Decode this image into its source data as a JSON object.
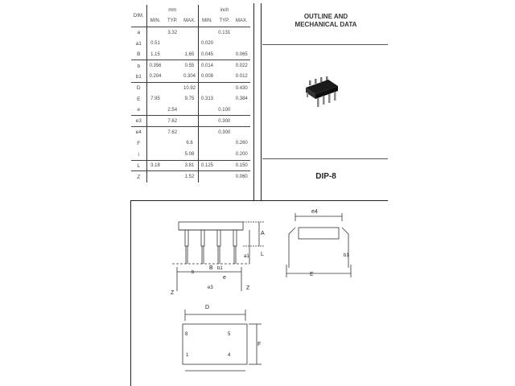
{
  "table": {
    "header_dim": "DIM.",
    "units": [
      "mm",
      "inch"
    ],
    "columns": [
      "MIN.",
      "TYP.",
      "MAX.",
      "MIN.",
      "TYP.",
      "MAX."
    ],
    "rows": [
      {
        "dim": "a",
        "values": [
          "",
          "3.32",
          "",
          "",
          "0.131",
          ""
        ]
      },
      {
        "dim": "a1",
        "values": [
          "0.51",
          "",
          "",
          "0.020",
          "",
          ""
        ]
      },
      {
        "dim": "B",
        "values": [
          "1.15",
          "",
          "1.65",
          "0.045",
          "",
          "0.065"
        ]
      },
      {
        "dim": "b",
        "values": [
          "0.356",
          "",
          "0.55",
          "0.014",
          "",
          "0.022"
        ]
      },
      {
        "dim": "b1",
        "values": [
          "0.204",
          "",
          "0.304",
          "0.008",
          "",
          "0.012"
        ]
      },
      {
        "dim": "D",
        "values": [
          "",
          "",
          "10.92",
          "",
          "",
          "0.430"
        ]
      },
      {
        "dim": "E",
        "values": [
          "7.95",
          "",
          "9.75",
          "0.313",
          "",
          "0.384"
        ]
      },
      {
        "dim": "e",
        "values": [
          "",
          "2.54",
          "",
          "",
          "0.100",
          ""
        ]
      },
      {
        "dim": "e3",
        "values": [
          "",
          "7.62",
          "",
          "",
          "0.300",
          ""
        ]
      },
      {
        "dim": "e4",
        "values": [
          "",
          "7.62",
          "",
          "",
          "0.300",
          ""
        ]
      },
      {
        "dim": "F",
        "values": [
          "",
          "",
          "6.6",
          "",
          "",
          "0.260"
        ]
      },
      {
        "dim": "i",
        "values": [
          "",
          "",
          "5.08",
          "",
          "",
          "0.200"
        ]
      },
      {
        "dim": "L",
        "values": [
          "3.18",
          "",
          "3.81",
          "0.125",
          "",
          "0.150"
        ]
      },
      {
        "dim": "Z",
        "values": [
          "",
          "",
          "1.52",
          "",
          "",
          "0.060"
        ]
      }
    ]
  },
  "title": {
    "line1": "OUTLINE AND",
    "line2": "MECHANICAL DATA"
  },
  "package_name": "DIP-8",
  "drawing_labels": {
    "A": "A",
    "L": "L",
    "a1": "a1",
    "b": "b",
    "B": "B",
    "b1": "b1",
    "e": "e",
    "e3": "e3",
    "Z": "Z",
    "e4": "e4",
    "E": "E",
    "D": "D",
    "F": "F",
    "pin8": "8",
    "pin5": "5",
    "pin1": "1",
    "pin4": "4"
  }
}
